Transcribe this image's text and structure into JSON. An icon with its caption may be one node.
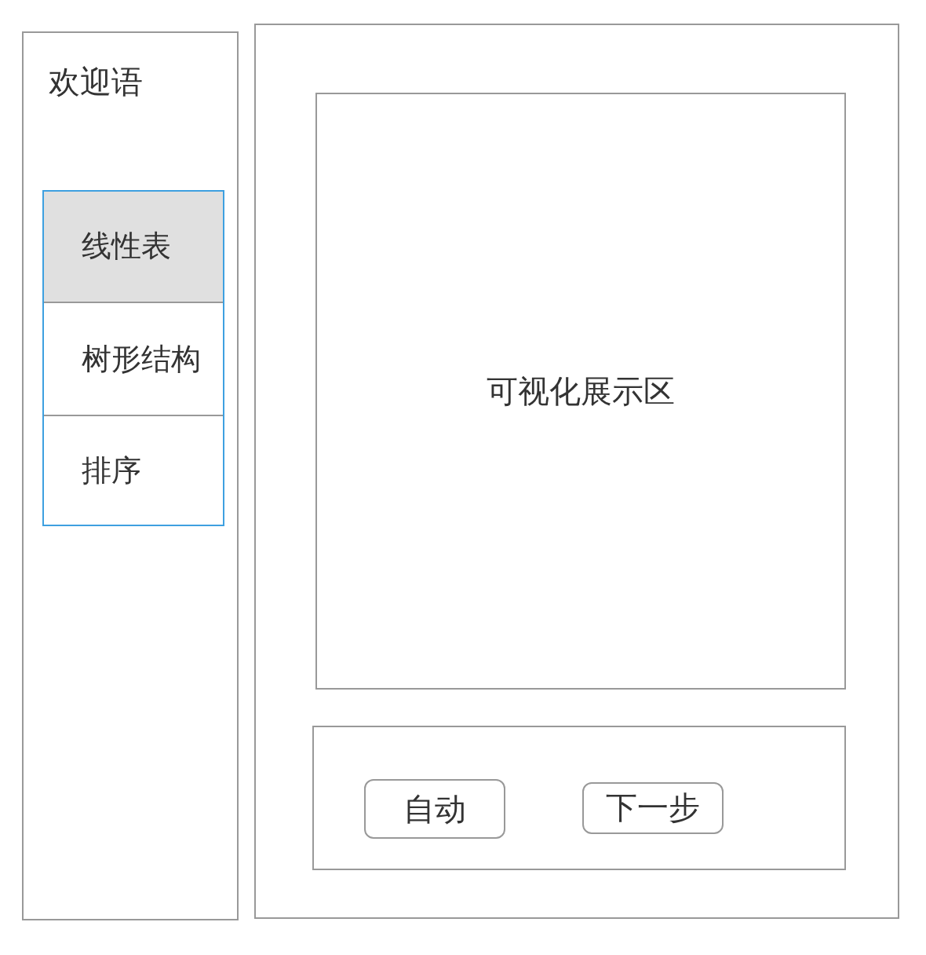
{
  "diagram": {
    "nodes": [
      {
        "text": [
          "欢迎语"
        ]
      },
      {
        "text": [],
        "shape": "box",
        "in": 0
      },
      {
        "text": [
          "线性表"
        ],
        "in": 1
      },
      {
        "text": [
          "树形结构"
        ],
        "in": 1
      },
      {
        "text": [
          "排序"
        ],
        "in": 1
      },
      {
        "text": [],
        "shape": "box"
      },
      {
        "text": [
          "可视化展示区"
        ],
        "in": 5
      },
      {
        "text": [],
        "shape": "box",
        "in": 5
      },
      {
        "text": [
          "自动"
        ],
        "in": 7
      },
      {
        "text": [
          "下一步"
        ],
        "in": 7
      }
    ]
  }
}
